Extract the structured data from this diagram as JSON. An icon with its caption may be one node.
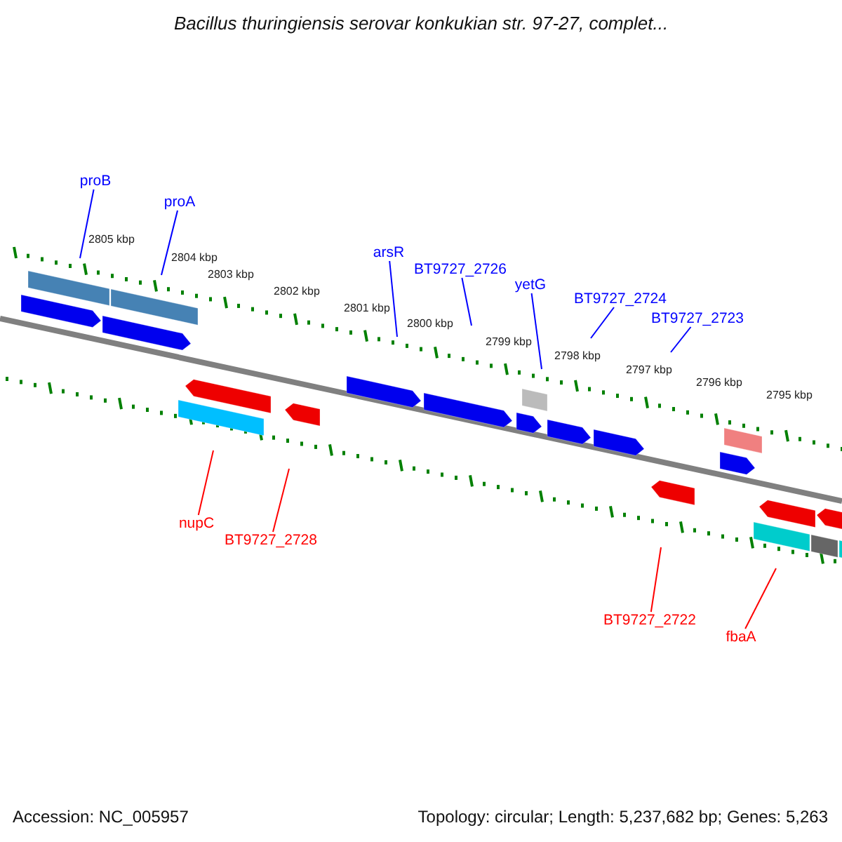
{
  "diagram": {
    "title": "Bacillus thuringiensis serovar konkukian str. 97-27, complet...",
    "nodes": [
      {
        "text": [
          "proB"
        ]
      },
      {
        "text": [
          "proA"
        ]
      },
      {
        "text": [
          "arsR"
        ]
      },
      {
        "text": [
          "BT9727_2726"
        ]
      },
      {
        "text": [
          "yetG"
        ]
      },
      {
        "text": [
          "BT9727_2724"
        ]
      },
      {
        "text": [
          "BT9727_2723"
        ]
      },
      {
        "text": [
          "nupC"
        ]
      },
      {
        "text": [
          "BT9727_2728"
        ]
      },
      {
        "text": [
          "BT9727_2722"
        ]
      },
      {
        "text": [
          "fbaA"
        ]
      }
    ],
    "edges": [
      {
        "from": 0,
        "to": null,
        "arrow": "none"
      },
      {
        "from": 1,
        "to": null,
        "arrow": "none"
      },
      {
        "from": 2,
        "to": null,
        "arrow": "none"
      },
      {
        "from": 3,
        "to": null,
        "arrow": "none"
      },
      {
        "from": 4,
        "to": null,
        "arrow": "none"
      },
      {
        "from": 5,
        "to": null,
        "arrow": "none"
      },
      {
        "from": 6,
        "to": null,
        "arrow": "none"
      },
      {
        "from": 7,
        "to": null,
        "arrow": "none",
        "color": "#ff0000"
      },
      {
        "from": 8,
        "to": null,
        "arrow": "none",
        "color": "#ff0000"
      },
      {
        "from": 9,
        "to": null,
        "arrow": "none",
        "color": "#ff0000"
      },
      {
        "from": 10,
        "to": null,
        "arrow": "none",
        "color": "#ff0000"
      }
    ],
    "labels": [
      "2805 kbp",
      "2804 kbp",
      "2803 kbp",
      "2802 kbp",
      "2801 kbp",
      "2800 kbp",
      "2799 kbp",
      "2798 kbp",
      "2797 kbp",
      "2796 kbp",
      "2795 kbp",
      "Accession: NC_005957",
      "Topology: circular; Length: 5,237,682 bp; Genes: 5,263"
    ]
  }
}
